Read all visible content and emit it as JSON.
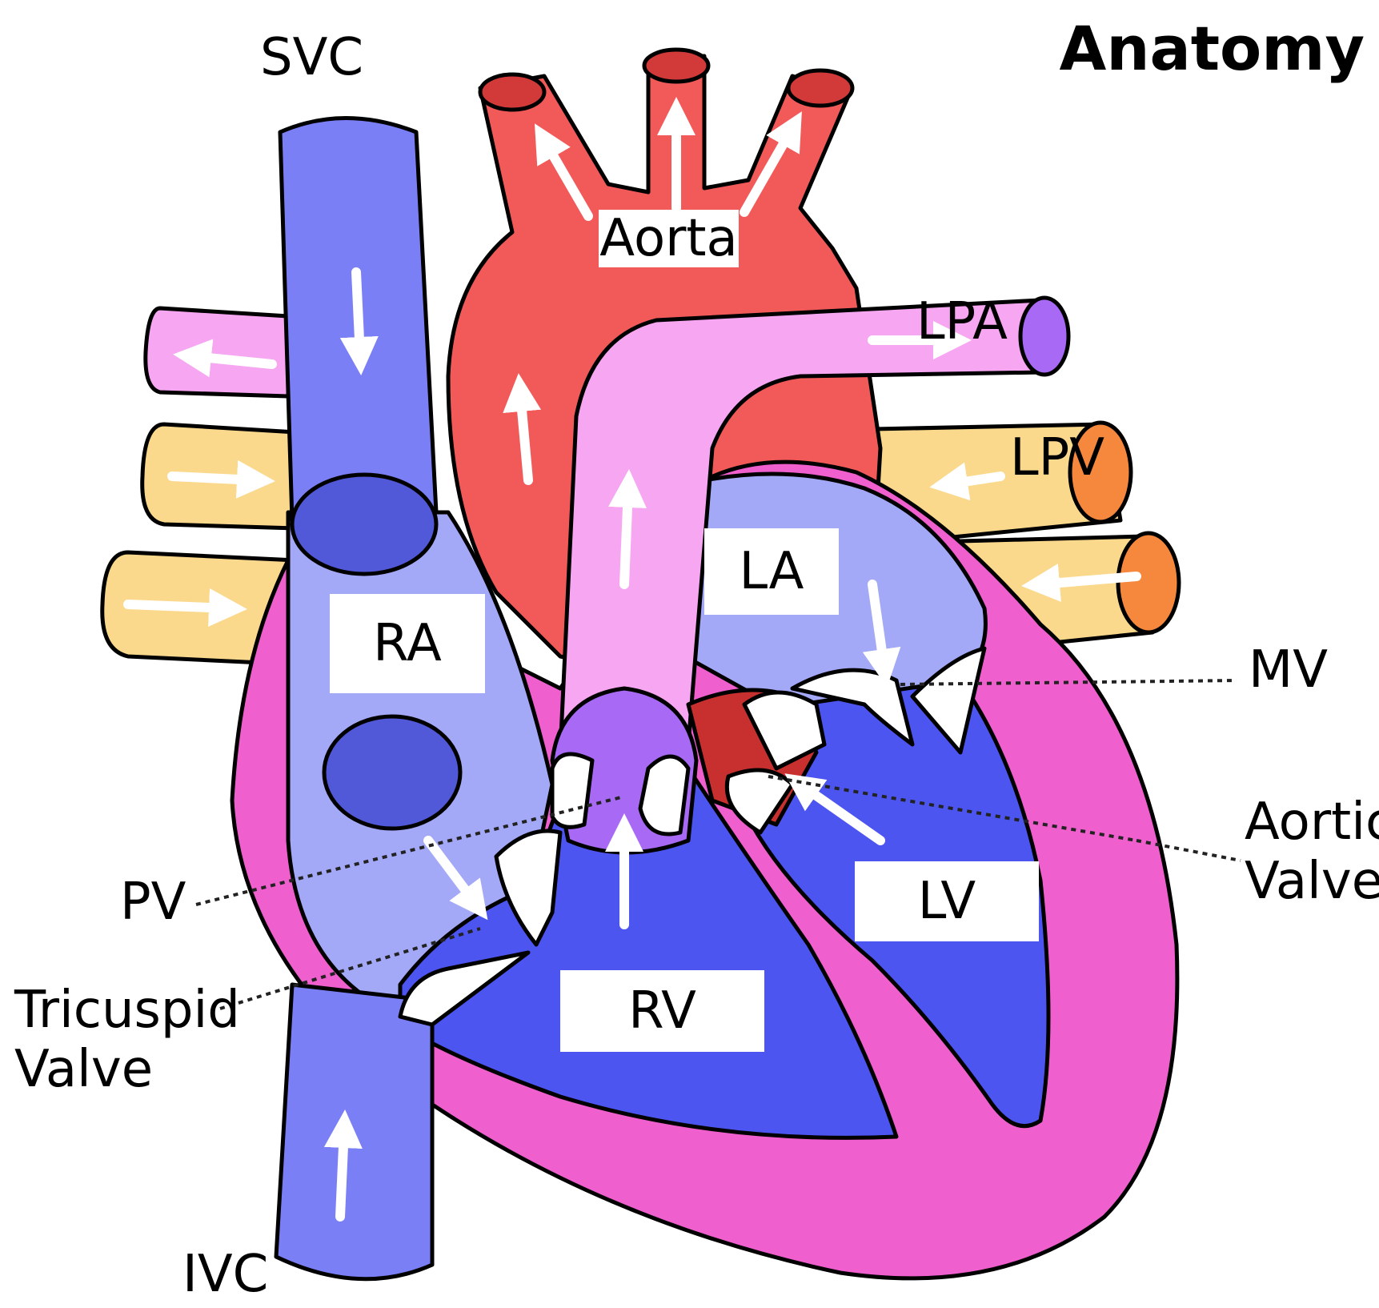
{
  "title": "Anatomy",
  "labels": {
    "svc": "SVC",
    "ivc": "IVC",
    "aorta": "Aorta",
    "lpa": "LPA",
    "lpv": "LPV",
    "la": "LA",
    "ra": "RA",
    "lv": "LV",
    "rv": "RV",
    "mv": "MV",
    "aortic_valve": "Aortic\nValve",
    "pv": "PV",
    "tricuspid_valve": "Tricuspid\nValve"
  },
  "colors": {
    "deoxygenated_vessel": "#7b7ff5",
    "deoxygenated_chamber": "#a3a8f7",
    "right_ventricle": "#4d55f0",
    "aorta": "#f25a5a",
    "pulmonary_artery": "#f7a6f2",
    "pulmonary_veins": "#fbd98c",
    "vein_openings": "#f5883c",
    "myocardium": "#f05fce",
    "valve_purple": "#a86af5"
  }
}
